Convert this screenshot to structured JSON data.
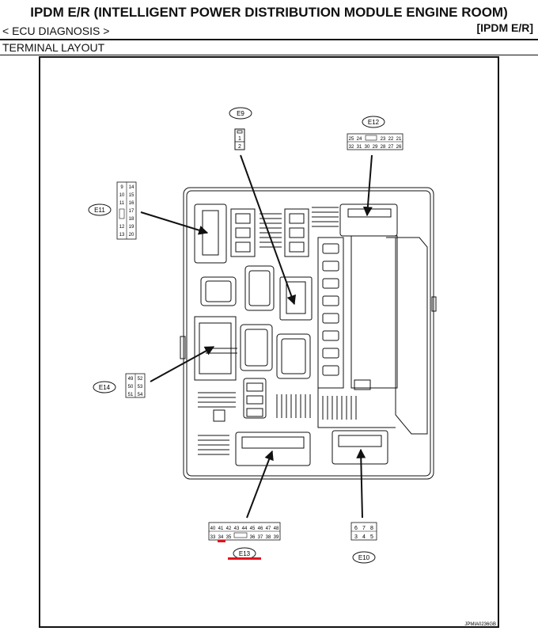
{
  "header": {
    "title": "IPDM E/R (INTELLIGENT POWER DISTRIBUTION MODULE ENGINE ROOM)",
    "subtitle": "< ECU DIAGNOSIS >",
    "tag": "[IPDM E/R]",
    "section": "TERMINAL LAYOUT"
  },
  "connectors": {
    "e9": {
      "label": "E9",
      "pins": [
        "1",
        "2"
      ]
    },
    "e12": {
      "label": "E12",
      "row1": [
        "25",
        "24",
        "23",
        "22",
        "21"
      ],
      "row2": [
        "32",
        "31",
        "30",
        "29",
        "28",
        "27",
        "26"
      ]
    },
    "e11": {
      "label": "E11",
      "left": [
        "9",
        "10",
        "11",
        "",
        "12",
        "13"
      ],
      "right": [
        "14",
        "15",
        "16",
        "17",
        "18",
        "19",
        "20"
      ]
    },
    "e14": {
      "label": "E14",
      "left": [
        "49",
        "50",
        "51"
      ],
      "right": [
        "52",
        "53",
        "54"
      ]
    },
    "e13": {
      "label": "E13",
      "row1": [
        "40",
        "41",
        "42",
        "43",
        "44",
        "45",
        "46",
        "47",
        "48"
      ],
      "row2": [
        "33",
        "34",
        "35",
        "36",
        "37",
        "38",
        "39"
      ]
    },
    "e10": {
      "label": "E10",
      "row1": [
        "6",
        "7",
        "8"
      ],
      "row2": [
        "3",
        "4",
        "5"
      ]
    }
  },
  "figure_code": "JPMIA0236GB",
  "colors": {
    "highlight": "#e0141e",
    "line": "#111111"
  }
}
